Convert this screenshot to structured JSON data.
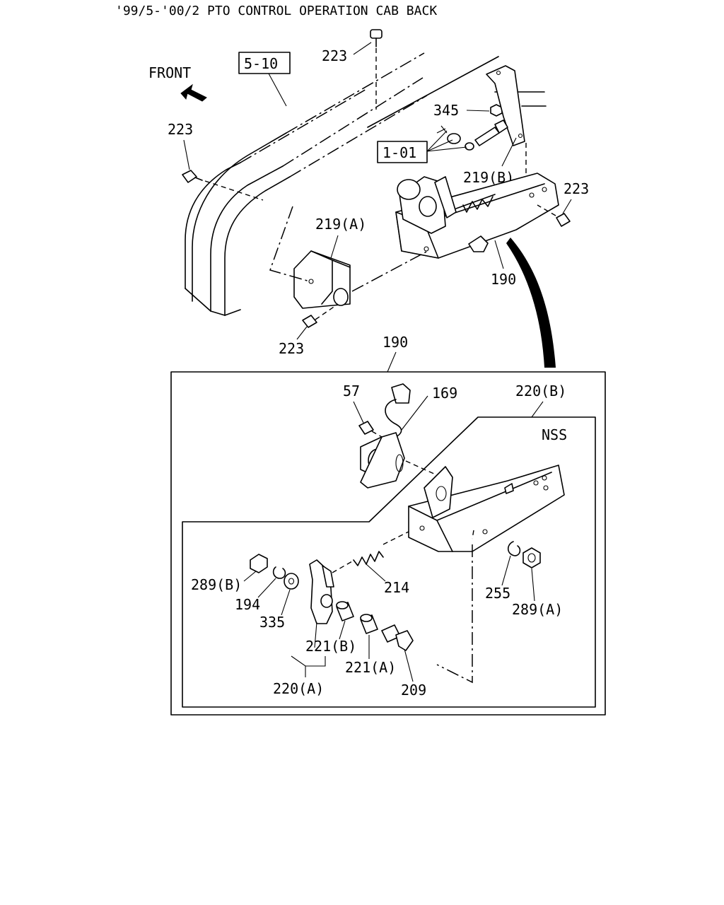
{
  "title": "'99/5-'00/2 PTO CONTROL OPERATION CAB BACK",
  "front_label": "FRONT",
  "refs": {
    "r510": "5-10",
    "r101": "1-01"
  },
  "top_labels": {
    "p223_top": "223",
    "p223_left": "223",
    "p345": "345",
    "p219b": "219(B)",
    "p223_right": "223",
    "p219a": "219(A)",
    "p190": "190",
    "p223_bottom": "223"
  },
  "detail_labels": {
    "p190": "190",
    "p57": "57",
    "p169": "169",
    "p220b": "220(B)",
    "nss": "NSS",
    "p289b": "289(B)",
    "p194": "194",
    "p335": "335",
    "p214": "214",
    "p221b": "221(B)",
    "p221a": "221(A)",
    "p220a": "220(A)",
    "p209": "209",
    "p255": "255",
    "p289a": "289(A)"
  }
}
